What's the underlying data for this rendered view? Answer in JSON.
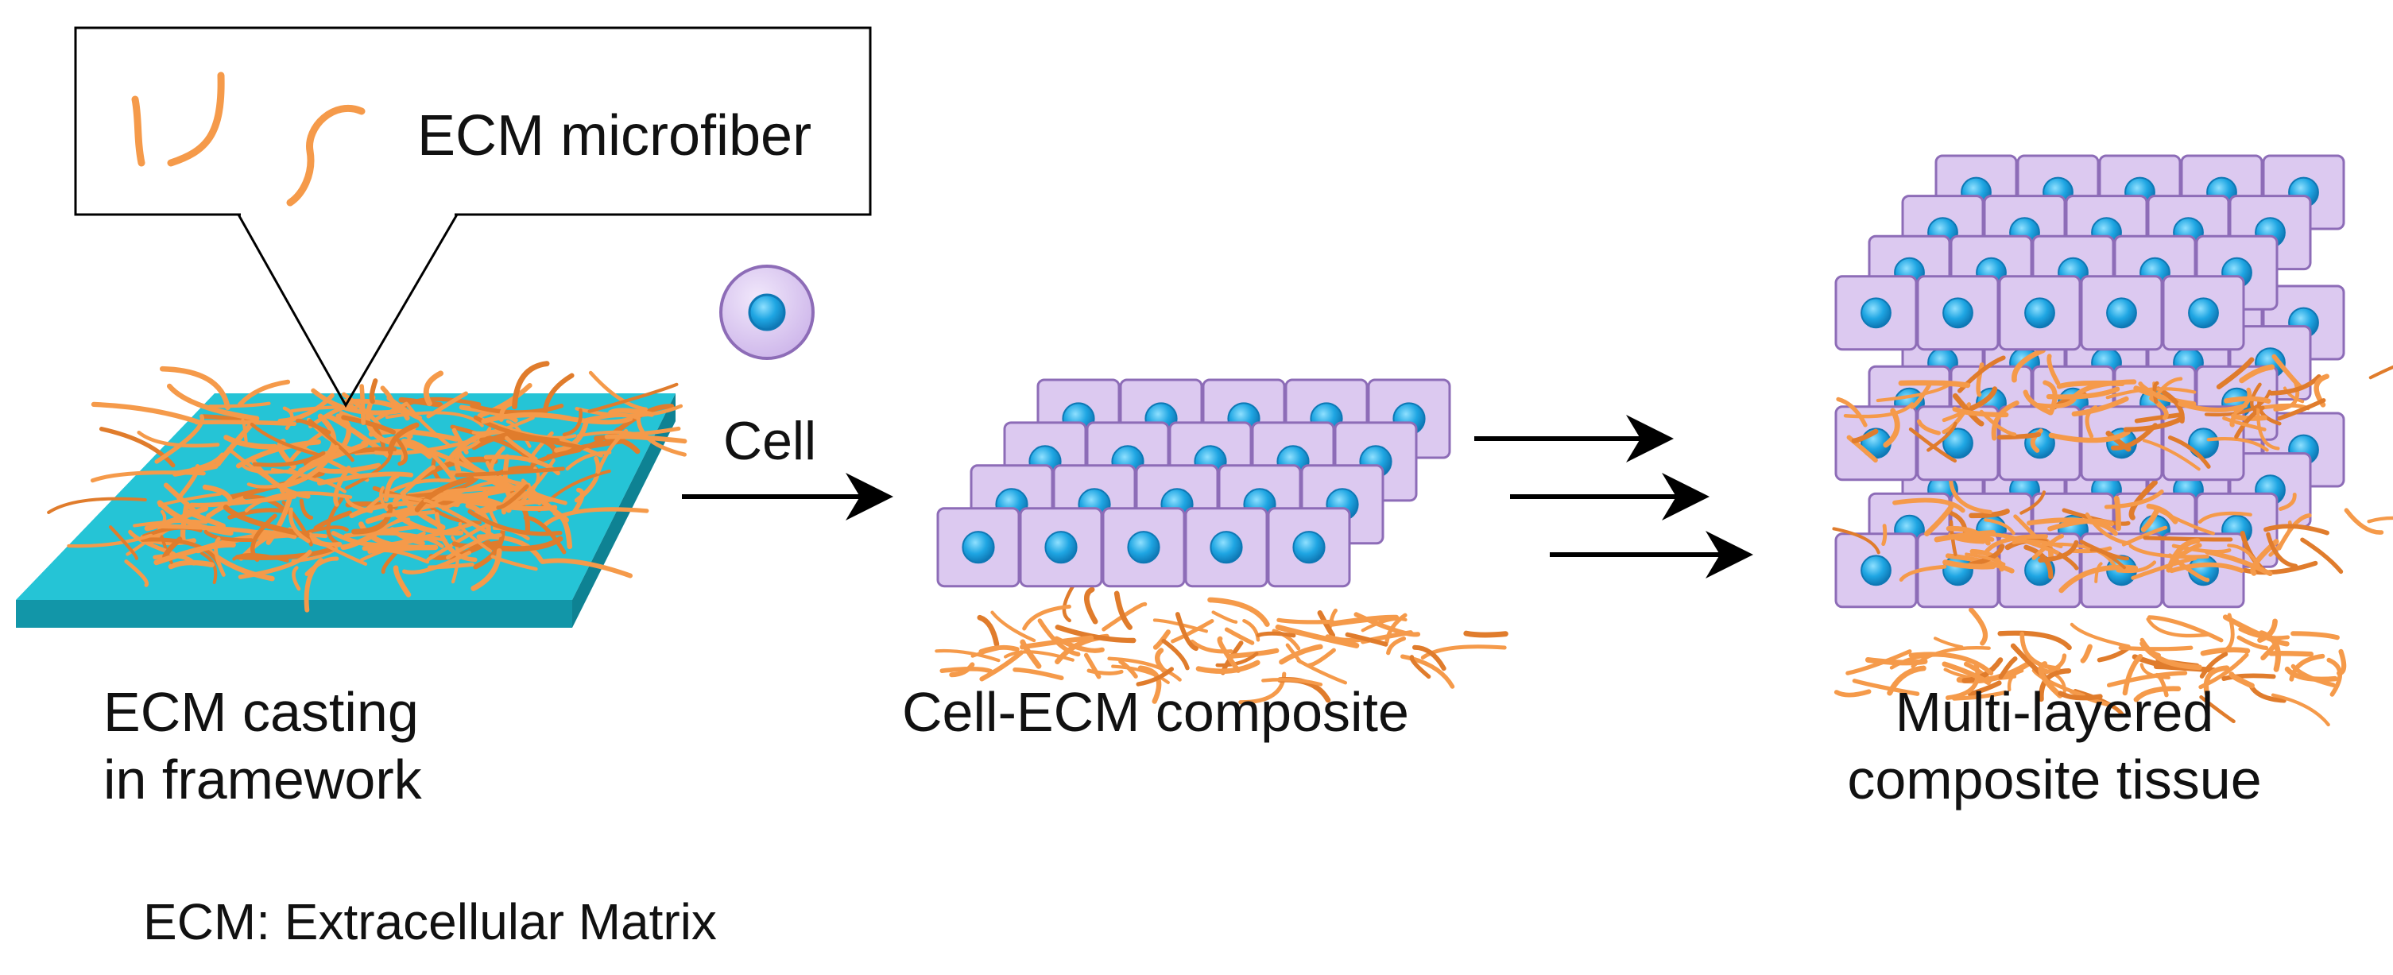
{
  "callout": {
    "label": "ECM microfiber"
  },
  "cell_input": {
    "label": "Cell"
  },
  "stages": [
    {
      "caption_line1": "ECM casting",
      "caption_line2": "in framework"
    },
    {
      "caption_line1": "Cell-ECM composite"
    },
    {
      "caption_line1": "Multi-layered",
      "caption_line2": "composite tissue"
    }
  ],
  "footnote": {
    "text": "ECM: Extracellular Matrix"
  },
  "colors": {
    "fiber": "#f59a4a",
    "fiber_dark": "#e07c2c",
    "framework_top": "#25c4d6",
    "framework_side": "#1296a8",
    "framework_edge": "#0e8293",
    "cell_fill": "#dcc9f0",
    "cell_stroke": "#8d6cb7",
    "nucleus": "#1fa6e3",
    "nucleus_edge": "#0e78b5",
    "arrow": "#000000"
  }
}
